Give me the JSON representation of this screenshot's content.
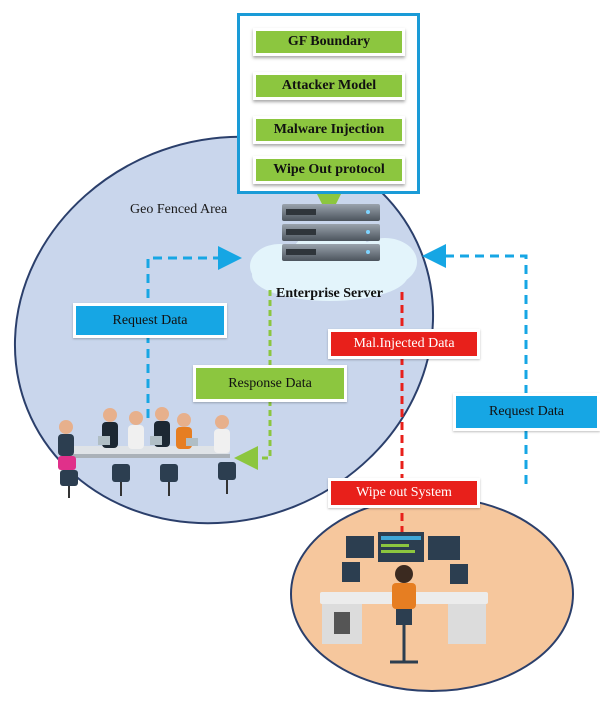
{
  "stack": {
    "items": [
      "GF Boundary",
      "Attacker Model",
      "Malware Injection",
      "Wipe Out protocol"
    ]
  },
  "labels": {
    "geo_fenced_area": "Geo Fenced Area",
    "enterprise_server": "Enterprise Server",
    "request_data_left": "Request Data",
    "response_data": "Response Data",
    "mal_injected_data": "Mal.Injected  Data",
    "request_data_right": "Request Data",
    "wipe_out_system": "Wipe out System"
  },
  "colors": {
    "geo_area_fill": "#c9d6ec",
    "attacker_area_fill": "#f6c79d",
    "stack_green": "#8cc63f",
    "frame_blue": "#1a9bd7",
    "arrow_blue": "#16a6e4",
    "arrow_green": "#8cc63f",
    "arrow_red": "#e8201b"
  }
}
